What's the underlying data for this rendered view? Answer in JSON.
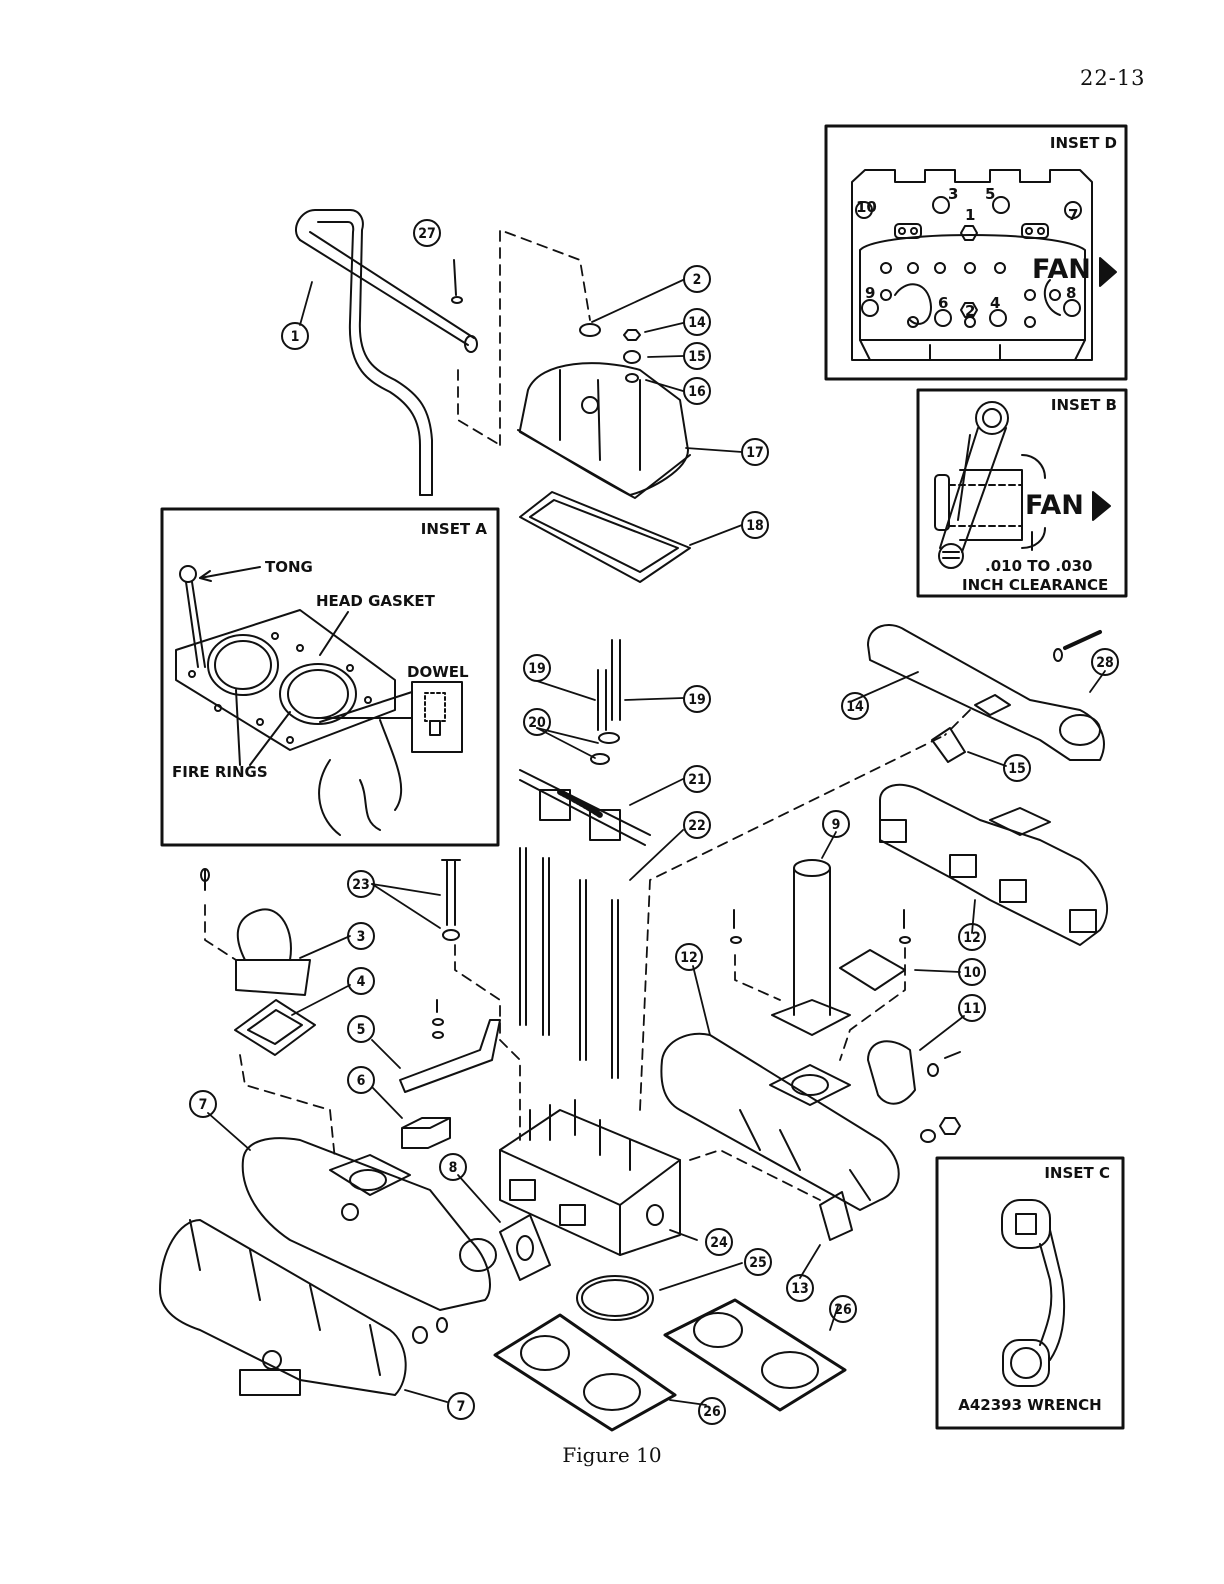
{
  "page_number": "22-13",
  "figure_caption": "Figure 10",
  "insets": {
    "a": {
      "title": "INSET A",
      "labels": {
        "tong": "TONG",
        "head_gasket": "HEAD GASKET",
        "dowel": "DOWEL",
        "fire_rings": "FIRE RINGS"
      }
    },
    "b": {
      "title": "INSET B",
      "fan": "FAN",
      "clearance_line1": ".010 TO .030",
      "clearance_line2": "INCH CLEARANCE"
    },
    "c": {
      "title": "INSET C",
      "wrench": "A42393 WRENCH"
    },
    "d": {
      "title": "INSET D",
      "fan": "FAN",
      "torque_sequence": [
        "1",
        "2",
        "3",
        "4",
        "5",
        "6",
        "7",
        "8",
        "9",
        "10"
      ]
    }
  },
  "callouts": {
    "c1": "1",
    "c2": "2",
    "c3": "3",
    "c4": "4",
    "c5": "5",
    "c6": "6",
    "c7a": "7",
    "c7b": "7",
    "c8": "8",
    "c9": "9",
    "c10": "10",
    "c11": "11",
    "c12a": "12",
    "c12b": "12",
    "c13": "13",
    "c14a": "14",
    "c14b": "14",
    "c15a": "15",
    "c15b": "15",
    "c16": "16",
    "c17": "17",
    "c18": "18",
    "c19a": "19",
    "c19b": "19",
    "c20": "20",
    "c21": "21",
    "c22": "22",
    "c23": "23",
    "c24": "24",
    "c25": "25",
    "c26a": "26",
    "c26b": "26",
    "c27": "27",
    "c28": "28"
  }
}
